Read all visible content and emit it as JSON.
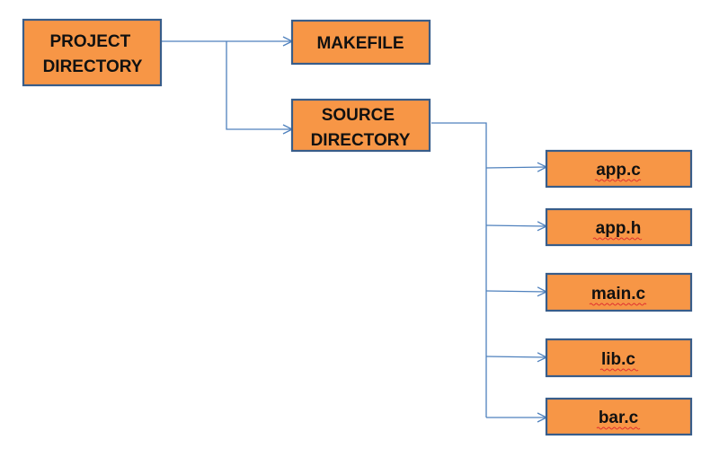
{
  "nodes": {
    "project": {
      "lines": [
        "PROJECT",
        "DIRECTORY"
      ]
    },
    "makefile": {
      "lines": [
        "MAKEFILE"
      ]
    },
    "source": {
      "lines": [
        "SOURCE",
        "DIRECTORY"
      ]
    },
    "app_c": {
      "lines": [
        "app.c"
      ]
    },
    "app_h": {
      "lines": [
        "app.h"
      ]
    },
    "main_c": {
      "lines": [
        "main.c"
      ]
    },
    "lib_c": {
      "lines": [
        "lib.c"
      ]
    },
    "bar_c": {
      "lines": [
        "bar.c"
      ]
    }
  },
  "colors": {
    "node_fill": "#f79646",
    "node_border": "#385d8a",
    "connector": "#4f81bd",
    "text": "#111111",
    "spellcheck_underline": "#e03030"
  }
}
